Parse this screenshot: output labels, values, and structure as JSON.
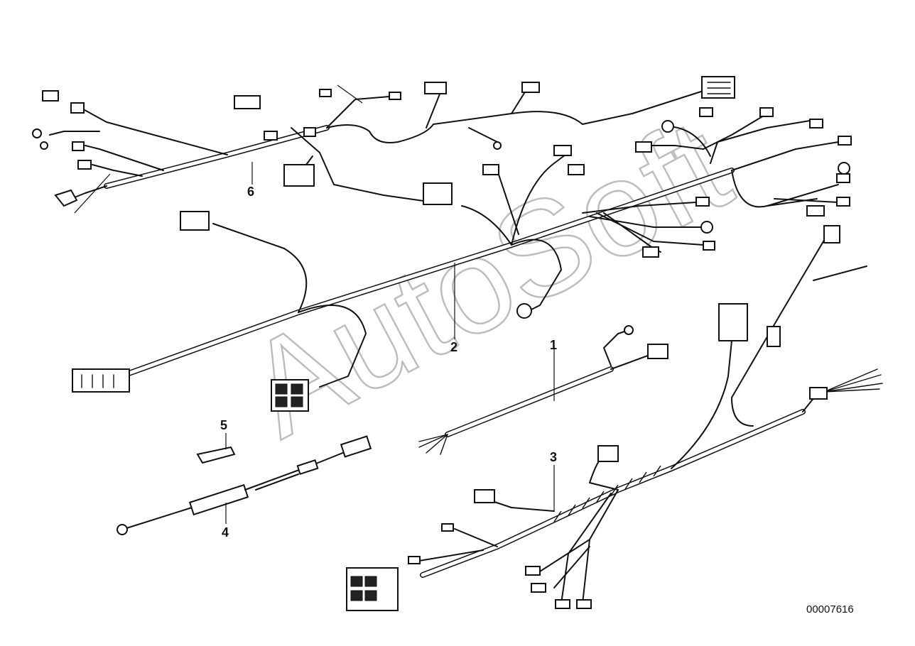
{
  "diagram": {
    "part_labels": [
      {
        "id": "1",
        "text": "1"
      },
      {
        "id": "2",
        "text": "2"
      },
      {
        "id": "3",
        "text": "3"
      },
      {
        "id": "4",
        "text": "4"
      },
      {
        "id": "5",
        "text": "5"
      },
      {
        "id": "6",
        "text": "6"
      }
    ],
    "reference_number": "00007616",
    "watermark": "AutoSoft"
  }
}
